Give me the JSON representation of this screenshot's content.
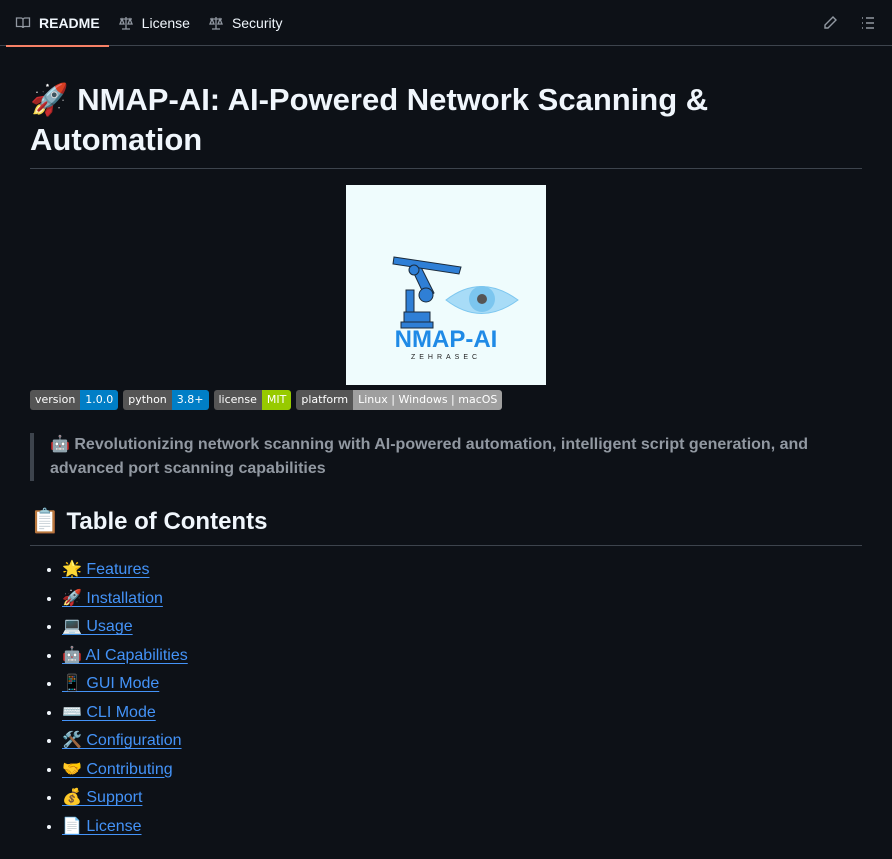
{
  "tabs": [
    {
      "label": "README",
      "icon": "book-icon"
    },
    {
      "label": "License",
      "icon": "law-icon"
    },
    {
      "label": "Security",
      "icon": "law-icon"
    }
  ],
  "actions": {
    "edit": "pencil-icon",
    "outline": "list-icon"
  },
  "title": "🚀 NMAP-AI: AI-Powered Network Scanning & Automation",
  "logo": {
    "name": "NMAP-AI",
    "sub": "ZEHRASEC"
  },
  "badges": [
    {
      "label": "version",
      "value": "1.0.0",
      "color": "#007ec6"
    },
    {
      "label": "python",
      "value": "3.8+",
      "color": "#007ec6"
    },
    {
      "label": "license",
      "value": "MIT",
      "color": "#97ca00"
    },
    {
      "label": "platform",
      "value": "Linux | Windows | macOS",
      "color": "#9f9f9f"
    }
  ],
  "quote": "🤖 Revolutionizing network scanning with AI-powered automation, intelligent script generation, and advanced port scanning capabilities",
  "toc_title": "📋 Table of Contents",
  "toc": [
    "🌟 Features",
    "🚀 Installation",
    "💻 Usage",
    "🤖 AI Capabilities",
    "📱 GUI Mode",
    "⌨️ CLI Mode",
    "🛠️ Configuration",
    "🤝 Contributing",
    "💰 Support",
    "📄 License"
  ]
}
